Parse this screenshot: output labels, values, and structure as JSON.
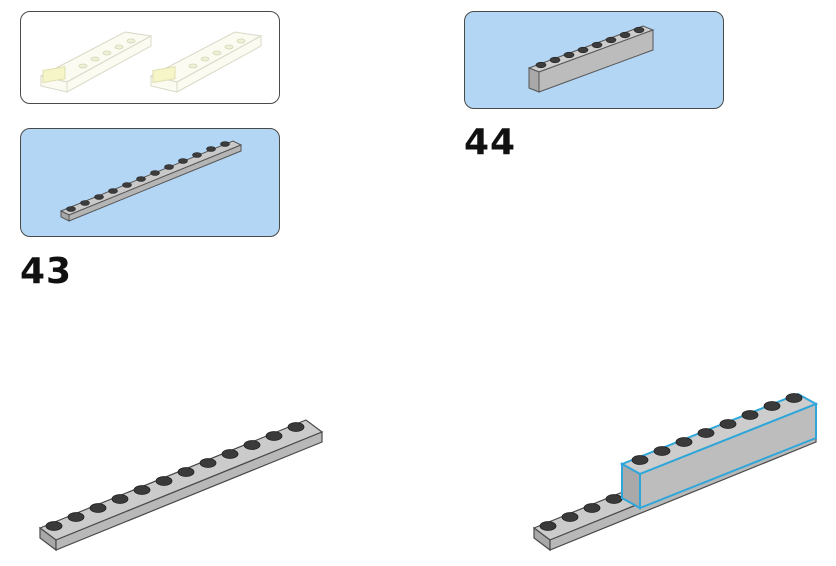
{
  "steps": {
    "step_43": "43",
    "step_44": "44"
  },
  "colors": {
    "callout_blue": "#b3d6f4",
    "brick_gray": "#b8b8b8",
    "stud_dark": "#3a3a3a",
    "highlight": "#2fa6d9"
  },
  "parts": {
    "pin_connector_count": 2,
    "plate_length_studs": 12,
    "brick_length_studs": 8
  }
}
